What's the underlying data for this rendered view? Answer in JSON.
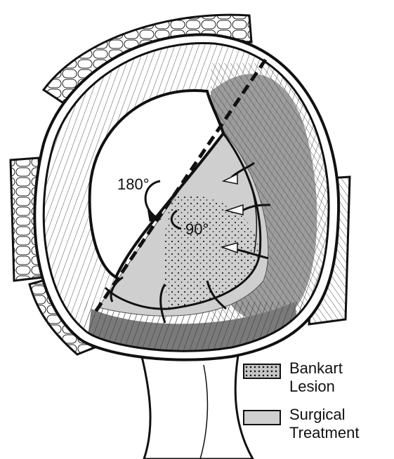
{
  "angles": {
    "large": "180°",
    "small": "90°"
  },
  "legend": [
    {
      "line1": "Bankart",
      "line2": "Lesion",
      "pattern": "dots",
      "color": "#c6c6c6"
    },
    {
      "line1": "Surgical",
      "line2": "Treatment",
      "pattern": "solid",
      "color": "#cfcfcf"
    }
  ],
  "colors": {
    "ink": "#111111",
    "tissue_grey": "#cfcfcf",
    "background": "#ffffff"
  }
}
